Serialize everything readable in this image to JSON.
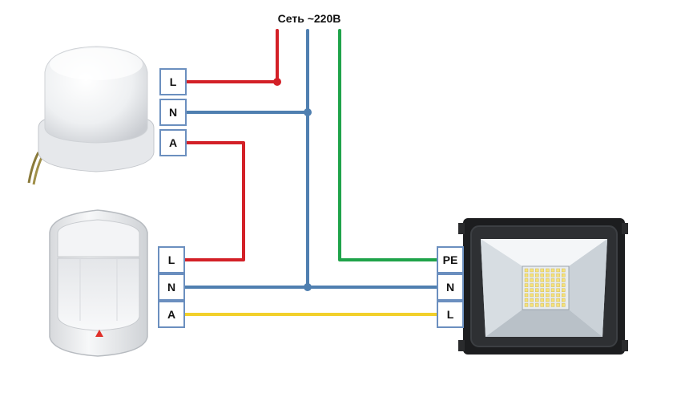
{
  "supply": {
    "label": "Сеть ~220В"
  },
  "light_sensor": {
    "terminals": [
      "L",
      "N",
      "A"
    ]
  },
  "motion_sensor": {
    "terminals": [
      "L",
      "N",
      "A"
    ]
  },
  "floodlight": {
    "terminals": [
      "PE",
      "N",
      "L"
    ]
  },
  "colors": {
    "phase": "#d32027",
    "neutral": "#4f7fb0",
    "ground": "#1fa34a",
    "load": "#f2d02b",
    "terminal_border": "#6b8fbf",
    "junction": "#4f7fb0"
  }
}
